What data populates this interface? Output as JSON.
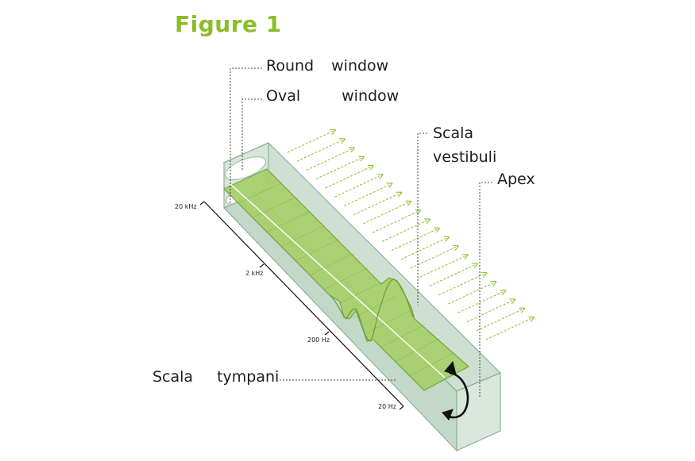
{
  "figure": {
    "title": "Figure 1"
  },
  "labels": {
    "round_window": [
      "Round",
      "window"
    ],
    "oval_window": [
      "Oval",
      "window"
    ],
    "scala_vestibuli": [
      "Scala",
      "vestibuli"
    ],
    "apex": "Apex",
    "scala_tympani": [
      "Scala",
      "tympani"
    ]
  },
  "frequency_axis": [
    "20 kHz",
    "2 kHz",
    "200 Hz",
    "20 Hz"
  ],
  "colors": {
    "accent": "#8bbd2a",
    "duct_fill": "#c9dccd",
    "membrane": "#9ccc5c",
    "arrows": "#8bbd2a",
    "text": "#1e1e1e"
  }
}
